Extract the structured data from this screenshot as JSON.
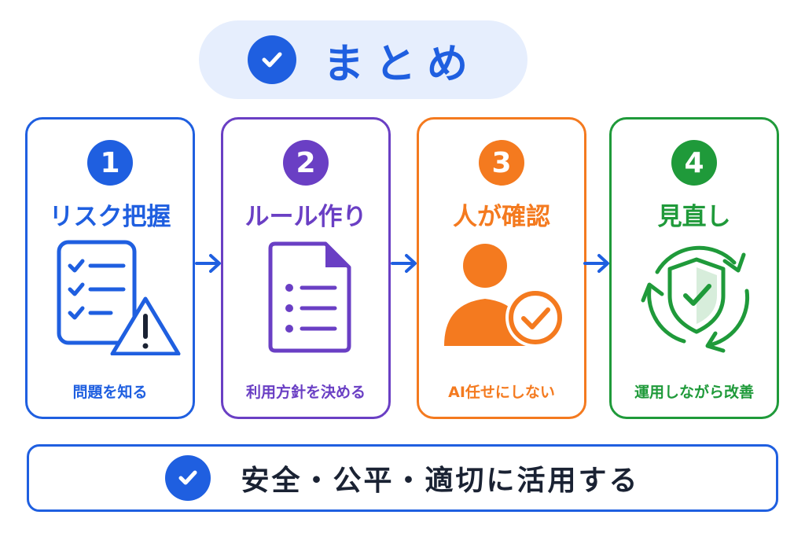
{
  "title": {
    "text": "まとめ"
  },
  "colors": {
    "blue": "#1f5fe0",
    "purple": "#6a3fc4",
    "orange": "#f47a1f",
    "green": "#1f9a3a",
    "dark_text": "#1a2233",
    "title_bg": "#e6eefd"
  },
  "steps": [
    {
      "number": "1",
      "title": "リスク把握",
      "subtitle": "問題を知る",
      "icon": "checklist-warning-icon",
      "color": "#1f5fe0"
    },
    {
      "number": "2",
      "title": "ルール作り",
      "subtitle": "利用方針を決める",
      "icon": "document-list-icon",
      "color": "#6a3fc4"
    },
    {
      "number": "3",
      "title": "人が確認",
      "subtitle": "AI任せにしない",
      "icon": "person-check-icon",
      "color": "#f47a1f"
    },
    {
      "number": "4",
      "title": "見直し",
      "subtitle": "運用しながら改善",
      "icon": "shield-cycle-icon",
      "color": "#1f9a3a"
    }
  ],
  "footer": {
    "text": "安全・公平・適切に活用する"
  }
}
